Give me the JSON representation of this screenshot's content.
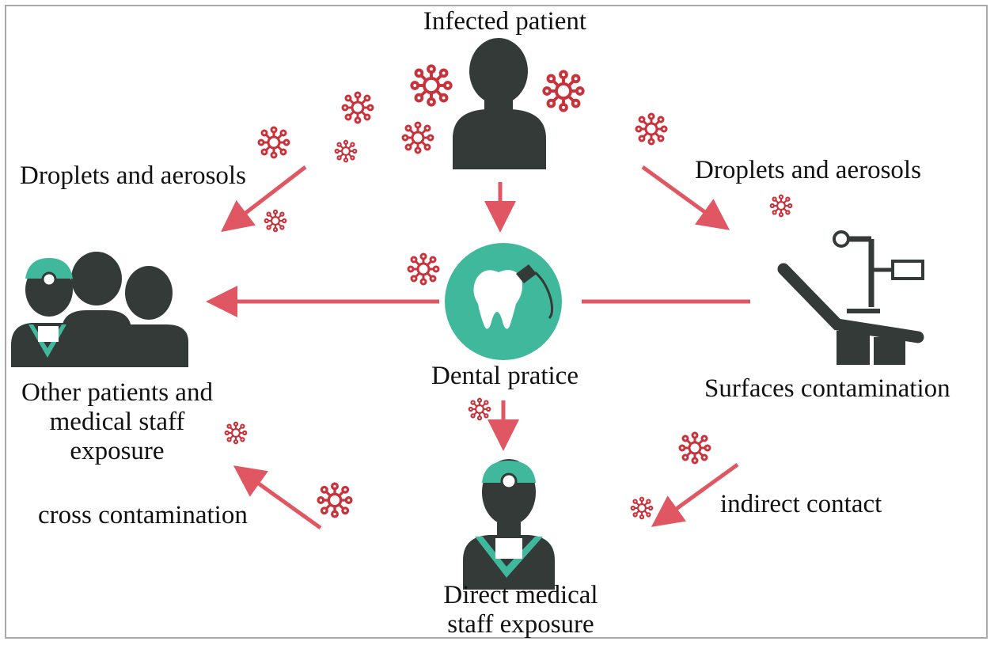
{
  "labels": {
    "infected_patient": "Infected patient",
    "droplets_left": "Droplets and aerosols",
    "droplets_right": "Droplets and aerosols",
    "dental_practice": "Dental pratice",
    "surfaces": "Surfaces contamination",
    "other_patients_line1": "Other patients and",
    "other_patients_line2": "medical staff",
    "other_patients_line3": "exposure",
    "cross_contamination": "cross contamination",
    "indirect_contact": "indirect contact",
    "direct_line1": "Direct medical",
    "direct_line2": "staff exposure"
  },
  "colors": {
    "arrow": "#e05763",
    "virus": "#c8323b",
    "silhouette": "#333a37",
    "teal": "#3fb89c",
    "border": "#a9a9a9"
  },
  "icons": [
    "virus-icon",
    "person-icon",
    "tooth-icon",
    "dental-chair-icon",
    "dentist-icon"
  ]
}
